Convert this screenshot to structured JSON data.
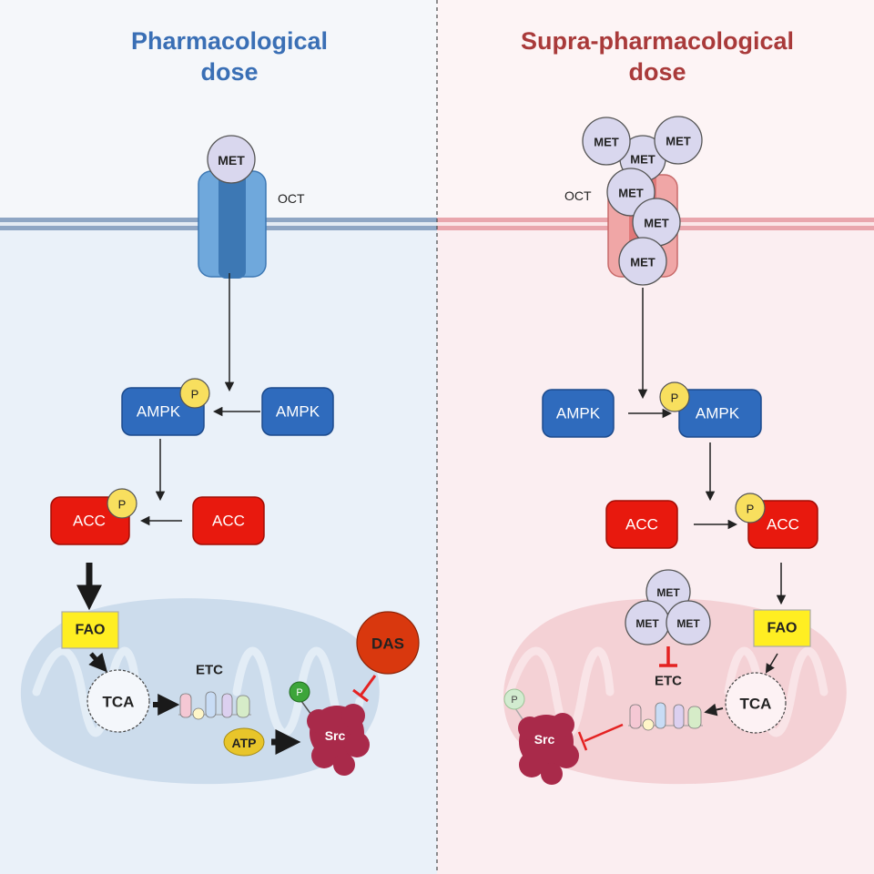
{
  "left_panel": {
    "title_line1": "Pharmacological",
    "title_line2": "dose",
    "title_color": "#3a6fb5",
    "transporter_label": "OCT",
    "drug_label": "MET",
    "kinase_label": "AMPK",
    "enzyme_label": "ACC",
    "phospho_label": "P",
    "fao_label": "FAO",
    "tca_label": "TCA",
    "etc_label": "ETC",
    "atp_label": "ATP",
    "src_label": "Src",
    "inhibitor_label": "DAS"
  },
  "right_panel": {
    "title_line1": "Supra-pharmacological",
    "title_line2": "dose",
    "title_color": "#a93a3a",
    "transporter_label": "OCT",
    "drug_label": "MET",
    "kinase_label": "AMPK",
    "enzyme_label": "ACC",
    "phospho_label": "P",
    "fao_label": "FAO",
    "tca_label": "TCA",
    "etc_label": "ETC",
    "src_label": "Src"
  },
  "colors": {
    "left_bg": "#eaf1f9",
    "right_bg": "#fbeef1",
    "ampk": "#2f6bbd",
    "acc": "#e8190e",
    "phospho": "#f8df5e",
    "fao": "#ffee22",
    "met": "#d9d7ee",
    "src": "#a92a4a",
    "das": "#d9380e",
    "atp": "#e8c52a",
    "inhibit": "#e42222"
  }
}
